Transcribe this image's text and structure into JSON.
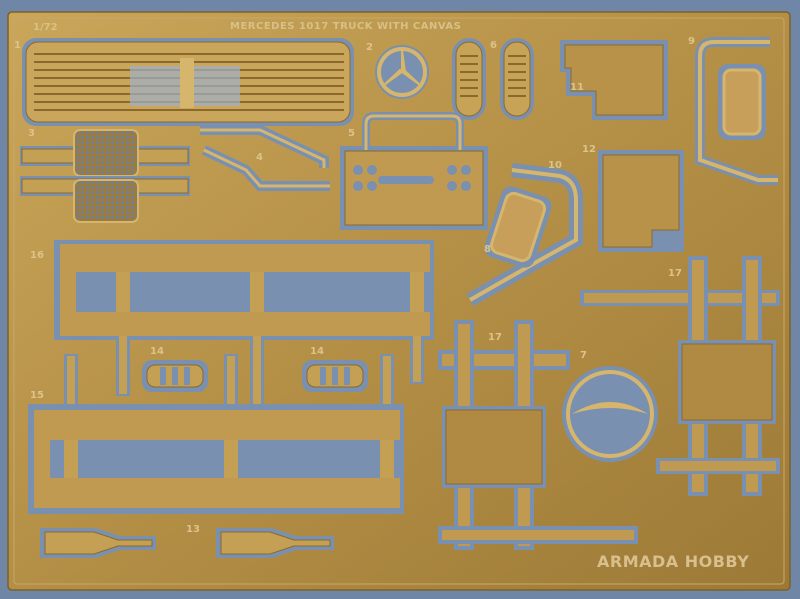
{
  "sheet": {
    "title": "MERCEDES 1017 TRUCK WITH CANVAS",
    "scale": "1/72",
    "brand": "ARMADA HOBBY"
  },
  "part_numbers": {
    "p1": "1",
    "p2": "2",
    "p3": "3",
    "p4": "4",
    "p5": "5",
    "p6": "6",
    "p7": "7",
    "p8": "8",
    "p9": "9",
    "p10": "10",
    "p11": "11",
    "p12": "12",
    "p13": "13",
    "p14a": "14",
    "p14b": "14",
    "p15": "15",
    "p16": "16",
    "p17a": "17",
    "p17b": "17"
  },
  "colors": {
    "background": "#6f86a6",
    "brass": "#b8954a",
    "brass_light": "#d6b66c",
    "brass_dark": "#8a6a2c",
    "opening": "#7a90b0",
    "text_on_brass": "#dcc38a"
  }
}
